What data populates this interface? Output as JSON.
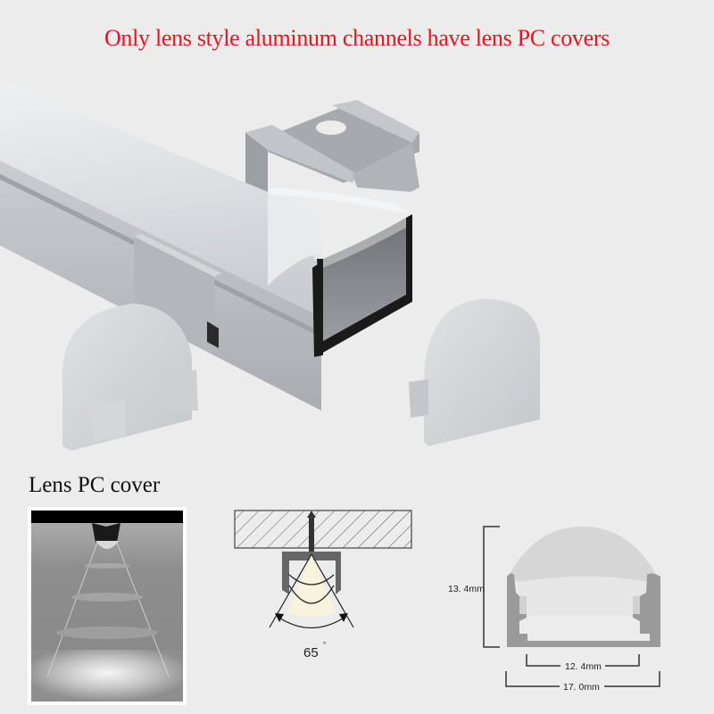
{
  "headline": "Only lens style aluminum channels have lens PC covers",
  "colors": {
    "background": "#ececec",
    "headline": "#e8141c",
    "aluminum": "#b5b8bc",
    "diffuser": "#e2e3e6",
    "channel_interior": "#1a1a1a",
    "light_cone": "#f7f3dc"
  },
  "product_render": {
    "parts": [
      "aluminum-channel",
      "pc-lens-cover",
      "mounting-clip",
      "end-cap-left",
      "end-cap-right"
    ]
  },
  "lens_section": {
    "label": "Lens PC cover"
  },
  "beam_diagram": {
    "angle": "65",
    "angle_unit": "°"
  },
  "dimension_diagram": {
    "height": "13. 4mm",
    "inner_width": "12. 4mm",
    "outer_width": "17. 0mm"
  }
}
